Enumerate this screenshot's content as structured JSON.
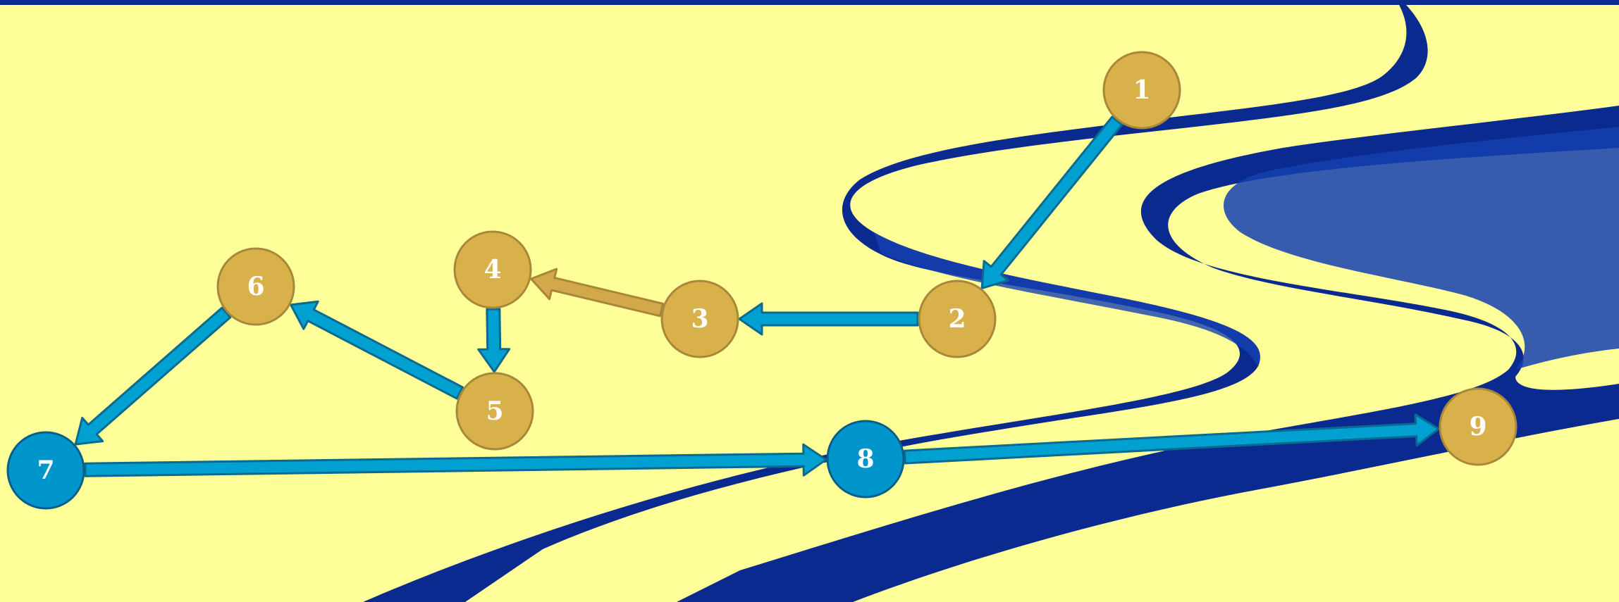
{
  "colors": {
    "background": "#ffff99",
    "top_bar": "#0d2b8c",
    "river_dark": "#0a2a8f",
    "river_mid": "#1540b0",
    "gold_node": "#d9b14a",
    "gold_node_stroke": "#a8863a",
    "blue_node": "#0096cc",
    "blue_node_stroke": "#0a5f8a",
    "arrow_blue": "#00a0d0",
    "arrow_blue_stroke": "#0a6a90",
    "arrow_gold": "#d2a84a",
    "arrow_gold_stroke": "#a8863a",
    "label": "#ffffff"
  },
  "nodes": [
    {
      "id": "1",
      "label": "1",
      "style": "gold"
    },
    {
      "id": "2",
      "label": "2",
      "style": "gold"
    },
    {
      "id": "3",
      "label": "3",
      "style": "gold"
    },
    {
      "id": "4",
      "label": "4",
      "style": "gold"
    },
    {
      "id": "5",
      "label": "5",
      "style": "gold"
    },
    {
      "id": "6",
      "label": "6",
      "style": "gold"
    },
    {
      "id": "7",
      "label": "7",
      "style": "blue"
    },
    {
      "id": "8",
      "label": "8",
      "style": "blue"
    },
    {
      "id": "9",
      "label": "9",
      "style": "gold"
    }
  ],
  "edges": [
    {
      "from": "1",
      "to": "2",
      "style": "blue"
    },
    {
      "from": "2",
      "to": "3",
      "style": "blue"
    },
    {
      "from": "3",
      "to": "4",
      "style": "gold"
    },
    {
      "from": "4",
      "to": "5",
      "style": "blue"
    },
    {
      "from": "5",
      "to": "6",
      "style": "blue"
    },
    {
      "from": "6",
      "to": "7",
      "style": "blue"
    },
    {
      "from": "7",
      "to": "8",
      "style": "blue"
    },
    {
      "from": "8",
      "to": "9",
      "style": "blue"
    }
  ]
}
